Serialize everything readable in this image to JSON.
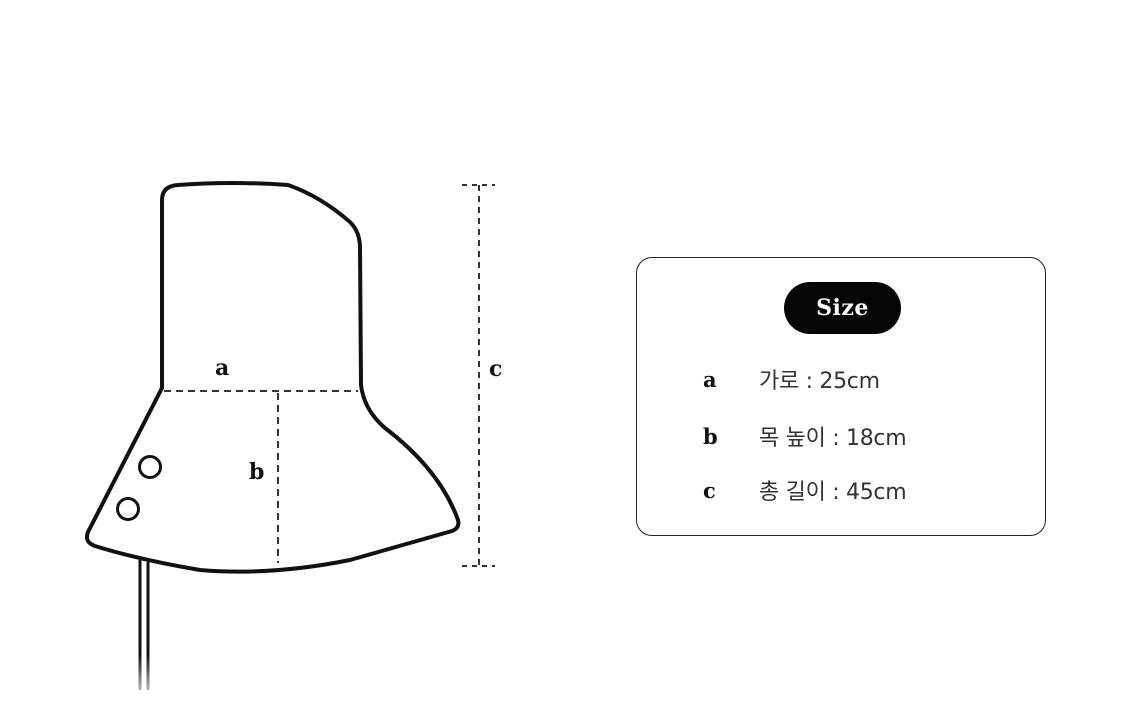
{
  "diagram": {
    "labels": {
      "a": "a",
      "b": "b",
      "c": "c"
    },
    "colors": {
      "outline": "#111111",
      "dashed": "#333333"
    }
  },
  "size_card": {
    "title": "Size",
    "specs": [
      {
        "key": "a",
        "label": "가로 : 25cm"
      },
      {
        "key": "b",
        "label": "목 높이 : 18cm"
      },
      {
        "key": "c",
        "label": "총 길이 : 45cm"
      }
    ]
  }
}
